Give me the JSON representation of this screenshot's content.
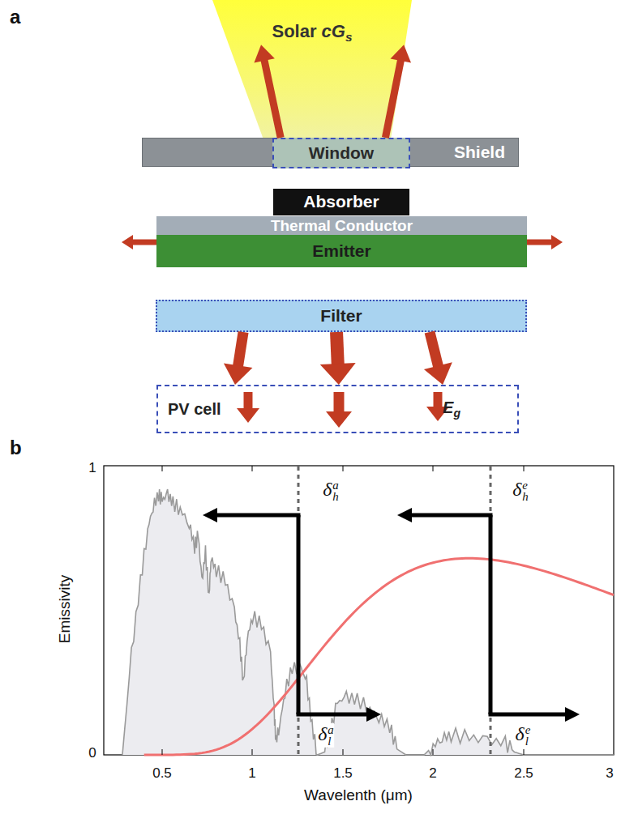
{
  "diagram": {
    "nodes": [
      {
        "text": [
          "Solar cGs"
        ]
      },
      {
        "text": [
          "Shield"
        ]
      },
      {
        "text": [
          "Window"
        ],
        "in": 1
      },
      {
        "text": [
          "Absorber"
        ]
      },
      {
        "text": [
          "Thermal Conductor"
        ]
      },
      {
        "text": [
          "Emitter"
        ]
      },
      {
        "text": [
          "Filter"
        ]
      },
      {
        "text": [
          "PV cell",
          "Eg"
        ]
      }
    ],
    "edges": [
      {
        "from": 2,
        "to": 0,
        "arrow": "to"
      },
      {
        "from": 2,
        "to": 0,
        "arrow": "to"
      },
      {
        "from": 6,
        "to": 7,
        "arrow": "to"
      },
      {
        "from": 6,
        "to": 7,
        "arrow": "to"
      },
      {
        "from": 6,
        "to": 7,
        "arrow": "to"
      }
    ],
    "labels": [
      "a",
      "b",
      "1",
      "0",
      "0.5",
      "1",
      "1.5",
      "2",
      "2.5",
      "3",
      "Emissivity",
      "Wavelenth (μm)",
      "δha",
      "δla",
      "δhe",
      "δle"
    ]
  }
}
